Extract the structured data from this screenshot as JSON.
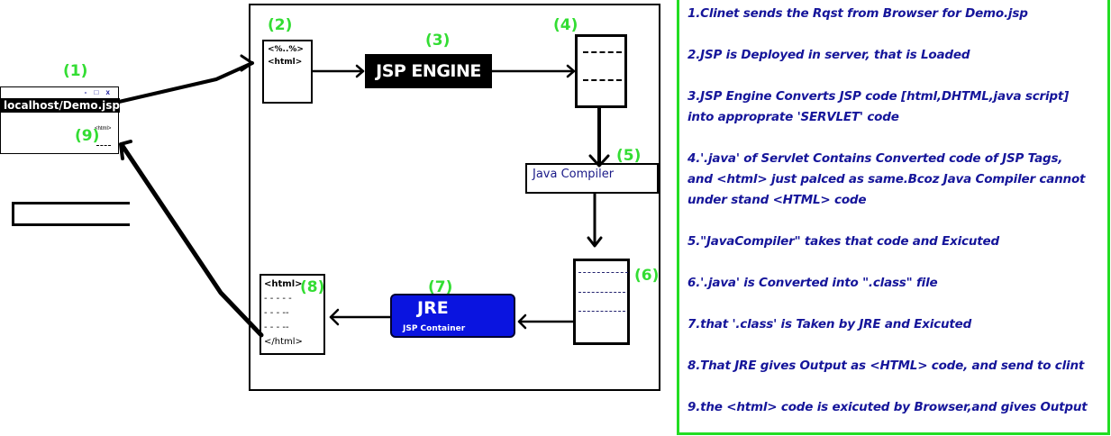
{
  "diagram": {
    "title": "JSP request processing lifecycle",
    "colors": {
      "step_number": "#33dd33",
      "notes_text": "#15159a",
      "notes_border": "#22dd22",
      "jre_fill": "#0a14e0"
    },
    "browser": {
      "step": "(1)",
      "url": "localhost/Demo.jsp",
      "controls": "- □ x",
      "return_step": "(9)",
      "mini_html": "<html>"
    },
    "jsp_file": {
      "step": "(2)",
      "lines": [
        "<%..%>",
        "<html>"
      ]
    },
    "jsp_engine": {
      "step": "(3)",
      "label": "JSP ENGINE"
    },
    "servlet_source": {
      "step": "(4)"
    },
    "java_compiler": {
      "step": "(5)",
      "label": "Java Compiler"
    },
    "class_file": {
      "step": "(6)"
    },
    "jre": {
      "step": "(7)",
      "label": "JRE",
      "sublabel": "JSP Container"
    },
    "output_html": {
      "step": "(8)",
      "lines": [
        "<html>",
        "- - - - -",
        "- - - --",
        "- - -  --",
        "</html>"
      ]
    }
  },
  "notes": [
    "1.Clinet sends the Rqst from Browser for Demo.jsp",
    "2.JSP is Deployed in server, that is Loaded",
    "3.JSP Engine Converts JSP code [html,DHTML,java script]",
    "into approprate 'SERVLET' code",
    "4.'.java' of Servlet Contains Converted code of JSP Tags,",
    "and <html> just palced as same.Bcoz Java Compiler cannot",
    "under stand <HTML> code",
    "5.\"JavaCompiler\" takes that code and Exicuted",
    "6.'.java' is Converted into \".class\" file",
    "7.that '.class' is Taken by JRE and Exicuted",
    "8.That JRE gives Output as <HTML> code, and send to clint",
    "9.the <html> code is exicuted by Browser,and gives Output"
  ]
}
